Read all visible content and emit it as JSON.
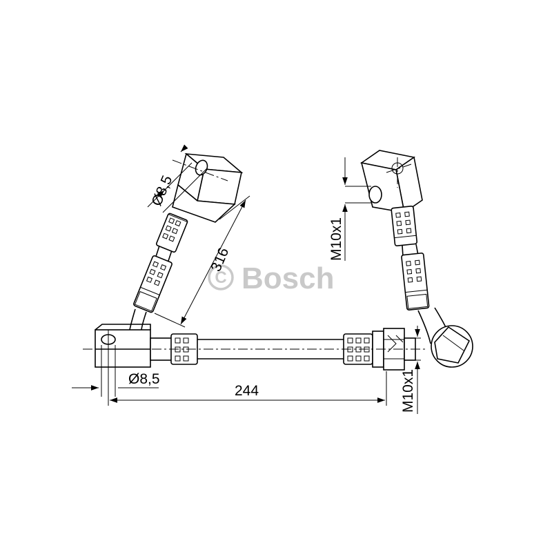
{
  "watermark": {
    "copyright_symbol": "©",
    "brand": "Bosch"
  },
  "dimensions": {
    "upper_left_hole": "Ø8,5",
    "upper_left_length": "316",
    "lower_hole": "Ø8,5",
    "lower_length": "244",
    "upper_right_thread": "M10x1",
    "lower_right_thread": "M10x1"
  }
}
